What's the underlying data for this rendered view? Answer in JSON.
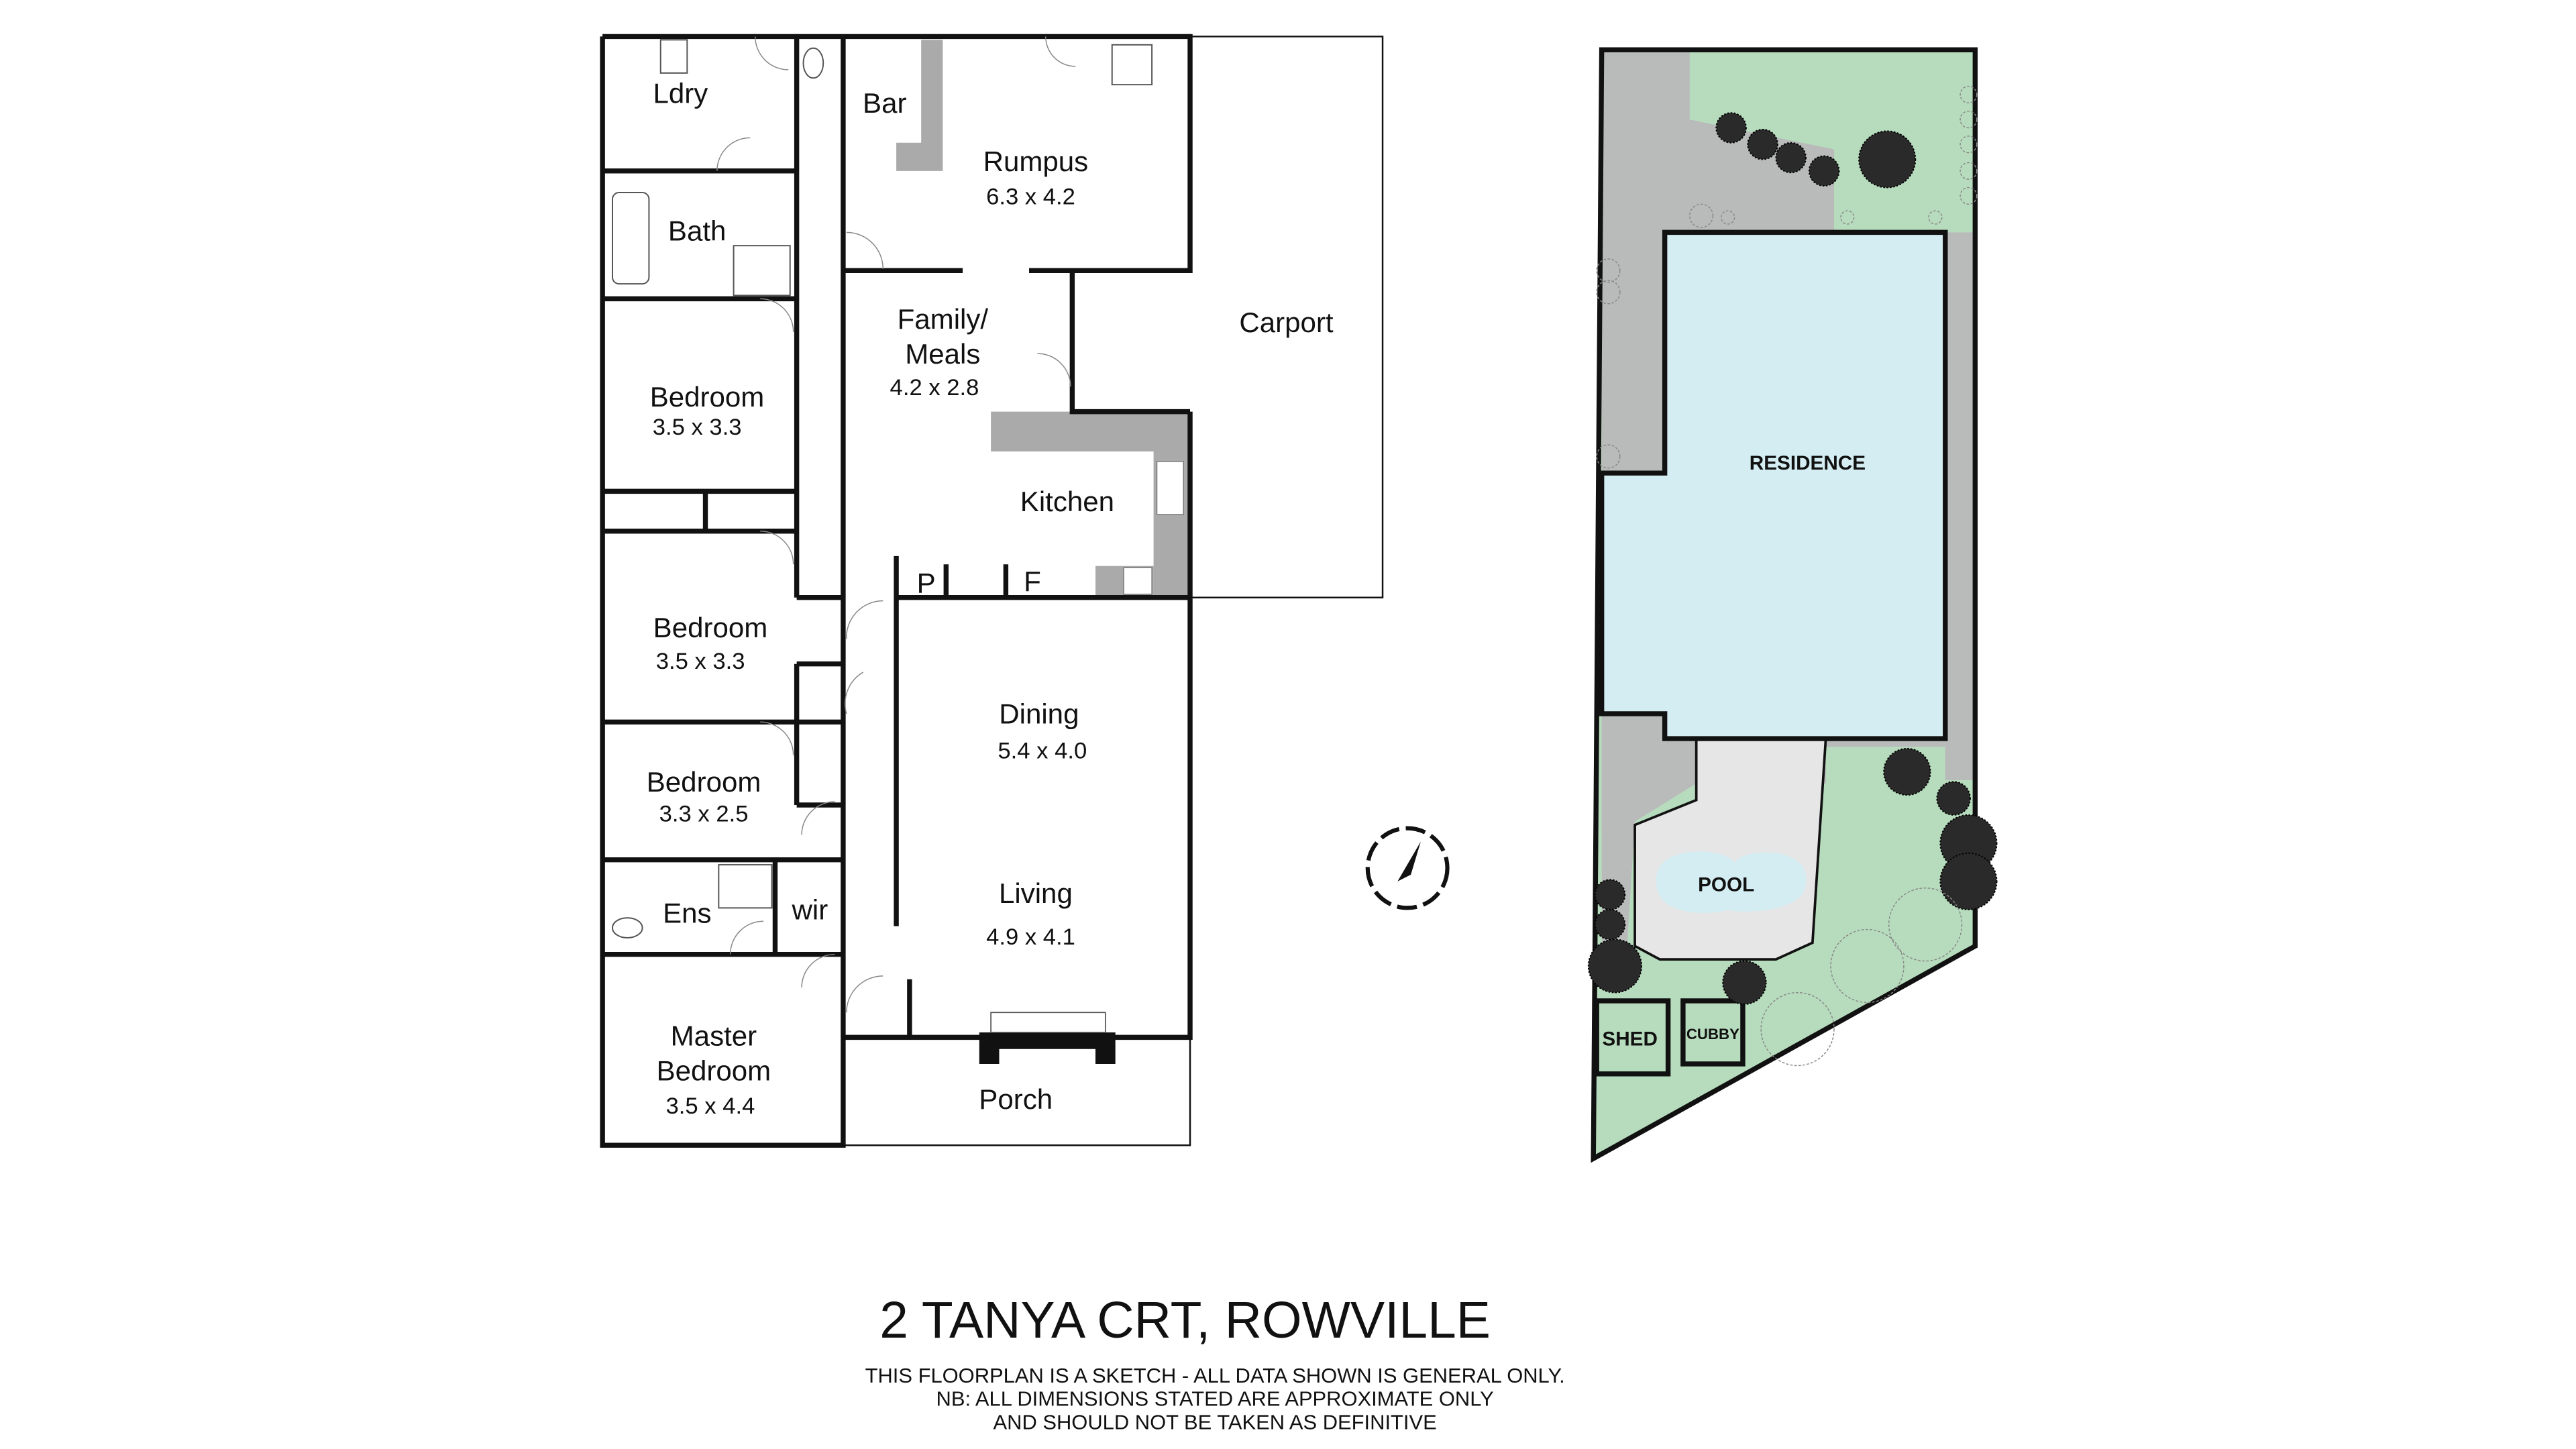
{
  "floorplan": {
    "rooms": {
      "laundry": {
        "name": "Ldry"
      },
      "bath": {
        "name": "Bath"
      },
      "bedroom1": {
        "name": "Bedroom",
        "size": "3.5 x 3.3"
      },
      "bedroom2": {
        "name": "Bedroom",
        "size": "3.5 x 3.3"
      },
      "bedroom3": {
        "name": "Bedroom",
        "size": "3.3 x 2.5"
      },
      "ensuite": {
        "name": "Ens"
      },
      "wir": {
        "name": "wir"
      },
      "master": {
        "name_line1": "Master",
        "name_line2": "Bedroom",
        "size": "3.5 x 4.4"
      },
      "bar": {
        "name": "Bar"
      },
      "rumpus": {
        "name": "Rumpus",
        "size": "6.3 x 4.2"
      },
      "family": {
        "name_line1": "Family/",
        "name_line2": "Meals",
        "size": "4.2 x 2.8"
      },
      "kitchen": {
        "name": "Kitchen"
      },
      "pantry": {
        "name": "P"
      },
      "fridge": {
        "name": "F"
      },
      "carport": {
        "name": "Carport"
      },
      "dining": {
        "name": "Dining",
        "size": "5.4 x 4.0"
      },
      "living": {
        "name": "Living",
        "size": "4.9 x 4.1"
      },
      "porch": {
        "name": "Porch"
      }
    }
  },
  "compass": {
    "icon": "north-arrow-icon"
  },
  "site_plan": {
    "residence": "RESIDENCE",
    "pool": "POOL",
    "shed": "SHED",
    "cubby": "CUBBY",
    "colors": {
      "lawn": "#b7dcbd",
      "paving": "#b9bbba",
      "residence": "#d4edf2",
      "pool": "#d4edf2",
      "pool_surround": "#e6e6e6"
    }
  },
  "footer": {
    "title": "2 TANYA CRT, ROWVILLE",
    "disclaimer_line1": "THIS FLOORPLAN IS A SKETCH - ALL DATA SHOWN IS GENERAL ONLY.",
    "disclaimer_line2": "NB: ALL DIMENSIONS STATED ARE APPROXIMATE ONLY",
    "disclaimer_line3": "AND SHOULD NOT BE TAKEN AS DEFINITIVE"
  }
}
